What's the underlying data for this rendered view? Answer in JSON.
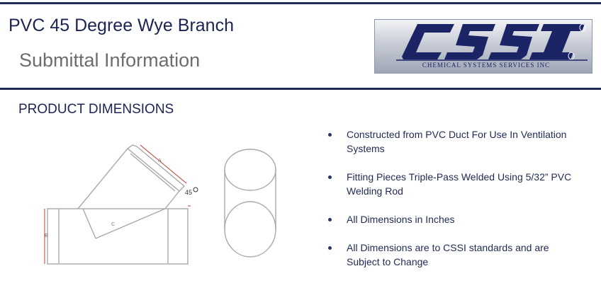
{
  "header": {
    "title": "PVC 45 Degree Wye Branch",
    "subtitle": "Submittal Information"
  },
  "logo": {
    "letters": "CSSI",
    "tagline": "CHEMICAL  SYSTEMS  SERVICES  INC",
    "colors": {
      "brand_navy": "#1b2566",
      "silver": "#c8ccd6"
    }
  },
  "section": {
    "heading": "PRODUCT DIMENSIONS"
  },
  "drawing": {
    "angle_label": "45",
    "dimension_marks": [
      "A",
      "B",
      "C"
    ]
  },
  "bullets": [
    "Constructed from PVC Duct For Use In Ventilation Systems",
    "Fitting Pieces Triple-Pass Welded Using 5/32” PVC Welding Rod",
    "All Dimensions in Inches",
    "All Dimensions are to CSSI standards and are Subject to Change"
  ],
  "colors": {
    "rule": "#1f2a5a",
    "heading_text": "#1b2452",
    "subtitle_text": "#6d6d6d",
    "dimension_red": "#c0392b"
  }
}
